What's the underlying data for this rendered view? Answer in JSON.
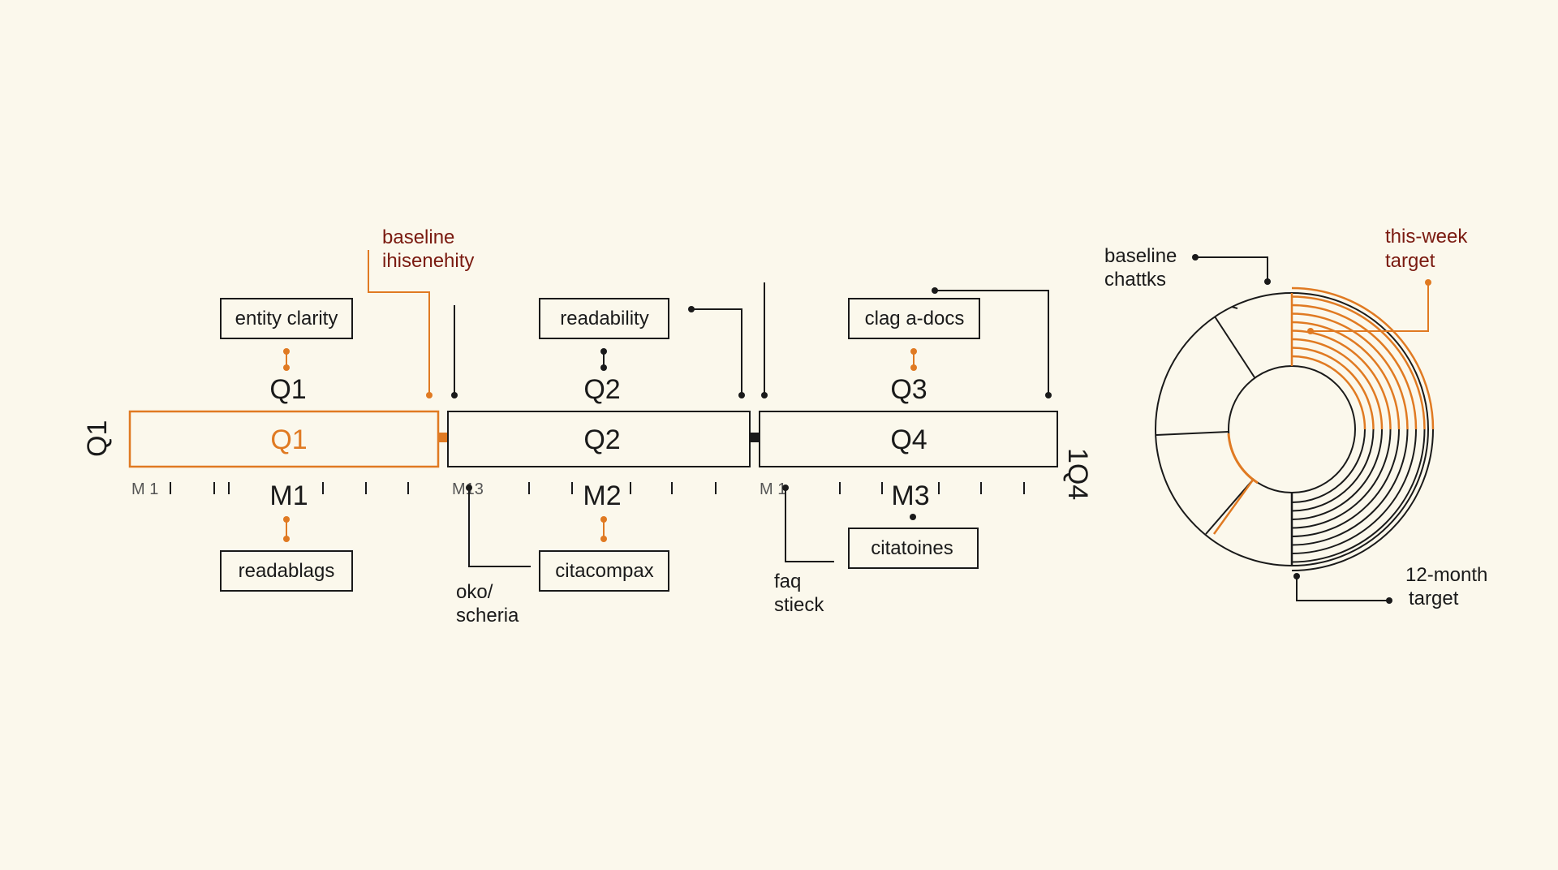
{
  "colors": {
    "background": "#fbf8ec",
    "ink": "#1a1a1a",
    "accent_orange": "#e07a22",
    "accent_maroon": "#7a1a10"
  },
  "timeline": {
    "side_left": "Q1",
    "side_left_sub": "1",
    "side_right": "1Q4",
    "side_right_sub": "4",
    "segments": [
      {
        "header": "Q1",
        "label": "Q1",
        "month": "M1",
        "month_tick": "M 1",
        "top_box": "entity clarity",
        "bottom_box": "readablags"
      },
      {
        "header": "Q2",
        "label": "Q2",
        "month": "M2",
        "month_tick": "M13",
        "top_box": "readability",
        "bottom_box": "citacompax"
      },
      {
        "header": "Q3",
        "label": "Q4",
        "month": "M3",
        "month_tick": "M 1",
        "top_box": "clag a-docs",
        "bottom_box": "citatoines"
      }
    ],
    "callouts": {
      "baseline_line1": "baseline",
      "baseline_line2": "ihisenehity",
      "schema_line1": "oko/",
      "schema_line2": "scheria",
      "faq_line1": "faq",
      "faq_line2": "stieck"
    }
  },
  "radial": {
    "baseline_line1": "baseline",
    "baseline_line2": "chattks",
    "thisweek_line1": "this-week",
    "thisweek_line2": "target",
    "twelve_line1": "12-month",
    "twelve_line2": "target"
  }
}
